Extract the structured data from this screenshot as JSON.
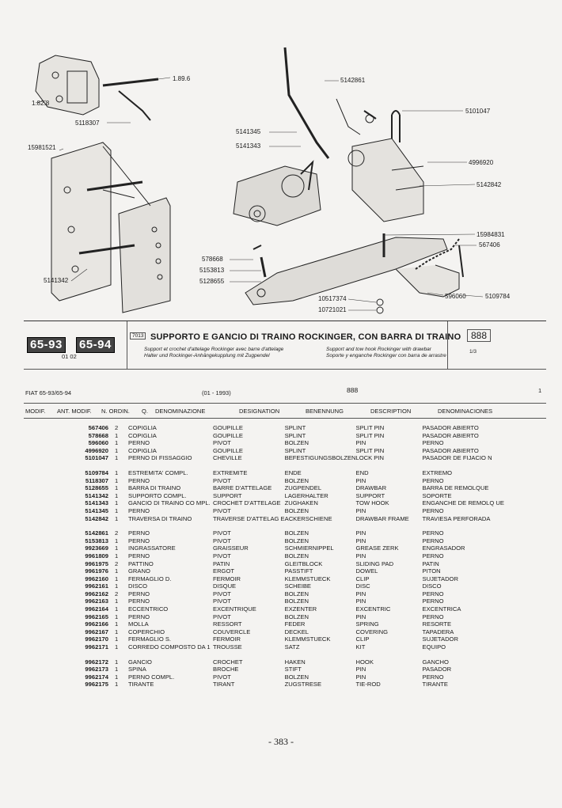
{
  "diagram": {
    "callouts": [
      "1.89.6",
      "1.82.8",
      "5118307",
      "15981521",
      "5142861",
      "5101047",
      "5141345",
      "5141343",
      "4996920",
      "5142842",
      "15984831",
      "567406",
      "578668",
      "5153813",
      "5128655",
      "5141342",
      "10517374",
      "10721021",
      "596060",
      "5109784"
    ]
  },
  "header": {
    "badge_left": "65-93",
    "badge_right": "65-94",
    "ref": "7013",
    "title": "SUPPORTO E GANCIO DI TRAINO ROCKINGER, CON BARRA DI TRAINO",
    "sub_fr": "Support et crochet d'attelage Rockinger avec barre d'attelage",
    "sub_de": "Halter und Rockinger-Anhängekupplung mit Zugpendel",
    "sub_en": "Support and tow hook Rockinger with drawbar",
    "sub_es": "Soporte y enganche Rockinger con barra de arrastre",
    "group": "888",
    "date_code": "01 02",
    "sheet": "1/3"
  },
  "meta": {
    "model": "FIAT 65-93/65-94",
    "period": "(01 - 1993)",
    "group": "888",
    "page_mark": "1"
  },
  "columns": [
    "MODIF.",
    "ANT. MODIF.",
    "N. ORDIN.",
    "Q.",
    "DENOMINAZIONE",
    "DESIGNATION",
    "BENENNUNG",
    "DESCRIPTION",
    "DENOMINACIONES"
  ],
  "parts": [
    {
      "code": "567406",
      "qty": "2",
      "it": "COPIGLIA",
      "fr": "GOUPILLE",
      "de": "SPLINT",
      "en": "SPLIT PIN",
      "es": "PASADOR ABIERTO"
    },
    {
      "code": "578668",
      "qty": "1",
      "it": "COPIGLIA",
      "fr": "GOUPILLE",
      "de": "SPLINT",
      "en": "SPLIT PIN",
      "es": "PASADOR ABIERTO"
    },
    {
      "code": "596060",
      "qty": "1",
      "it": "PERNO",
      "fr": "PIVOT",
      "de": "BOLZEN",
      "en": "PIN",
      "es": "PERNO"
    },
    {
      "code": "4996920",
      "qty": "1",
      "it": "COPIGLIA",
      "fr": "GOUPILLE",
      "de": "SPLINT",
      "en": "SPLIT PIN",
      "es": "PASADOR ABIERTO"
    },
    {
      "code": "5101047",
      "qty": "1",
      "it": "PERNO DI FISSAGGIO",
      "fr": "CHEVILLE",
      "de": "BEFESTIGUNGSBOLZEN",
      "en": "LOCK PIN",
      "es": "PASADOR DE FIJACIO N"
    },
    {
      "code": "5109784",
      "qty": "1",
      "it": "ESTREMITA' COMPL.",
      "fr": "EXTREMITE",
      "de": "ENDE",
      "en": "END",
      "es": "EXTREMO"
    },
    {
      "code": "5118307",
      "qty": "1",
      "it": "PERNO",
      "fr": "PIVOT",
      "de": "BOLZEN",
      "en": "PIN",
      "es": "PERNO"
    },
    {
      "code": "5128655",
      "qty": "1",
      "it": "BARRA DI TRAINO",
      "fr": "BARRE D'ATTELAGE",
      "de": "ZUGPENDEL",
      "en": "DRAWBAR",
      "es": "BARRA DE REMOLQUE"
    },
    {
      "code": "5141342",
      "qty": "1",
      "it": "SUPPORTO COMPL.",
      "fr": "SUPPORT",
      "de": "LAGERHALTER",
      "en": "SUPPORT",
      "es": "SOPORTE"
    },
    {
      "code": "5141343",
      "qty": "1",
      "it": "GANCIO DI TRAINO CO MPL.",
      "fr": "CROCHET D'ATTELAGE",
      "de": "ZUGHAKEN",
      "en": "TOW HOOK",
      "es": "ENGANCHE DE REMOLQ UE"
    },
    {
      "code": "5141345",
      "qty": "1",
      "it": "PERNO",
      "fr": "PIVOT",
      "de": "BOLZEN",
      "en": "PIN",
      "es": "PERNO"
    },
    {
      "code": "5142842",
      "qty": "1",
      "it": "TRAVERSA DI TRAINO",
      "fr": "TRAVERSE D'ATTELAG E",
      "de": "ACKERSCHIENE",
      "en": "DRAWBAR FRAME",
      "es": "TRAVIESA PERFORADA"
    },
    {
      "code": "5142861",
      "qty": "2",
      "it": "PERNO",
      "fr": "PIVOT",
      "de": "BOLZEN",
      "en": "PIN",
      "es": "PERNO"
    },
    {
      "code": "5153813",
      "qty": "1",
      "it": "PERNO",
      "fr": "PIVOT",
      "de": "BOLZEN",
      "en": "PIN",
      "es": "PERNO"
    },
    {
      "code": "9923669",
      "qty": "1",
      "it": "INGRASSATORE",
      "fr": "GRAISSEUR",
      "de": "SCHMIERNIPPEL",
      "en": "GREASE ZERK",
      "es": "ENGRASADOR"
    },
    {
      "code": "9961809",
      "qty": "1",
      "it": "PERNO",
      "fr": "PIVOT",
      "de": "BOLZEN",
      "en": "PIN",
      "es": "PERNO"
    },
    {
      "code": "9961975",
      "qty": "2",
      "it": "PATTINO",
      "fr": "PATIN",
      "de": "GLEITBLOCK",
      "en": "SLIDING PAD",
      "es": "PATIN"
    },
    {
      "code": "9961976",
      "qty": "1",
      "it": "GRANO",
      "fr": "ERGOT",
      "de": "PASSTIFT",
      "en": "DOWEL",
      "es": "PITON"
    },
    {
      "code": "9962160",
      "qty": "1",
      "it": "FERMAGLIO D.",
      "fr": "FERMOIR",
      "de": "KLEMMSTUECK",
      "en": "CLIP",
      "es": "SUJETADOR"
    },
    {
      "code": "9962161",
      "qty": "1",
      "it": "DISCO",
      "fr": "DISQUE",
      "de": "SCHEIBE",
      "en": "DISC",
      "es": "DISCO"
    },
    {
      "code": "9962162",
      "qty": "2",
      "it": "PERNO",
      "fr": "PIVOT",
      "de": "BOLZEN",
      "en": "PIN",
      "es": "PERNO"
    },
    {
      "code": "9962163",
      "qty": "1",
      "it": "PERNO",
      "fr": "PIVOT",
      "de": "BOLZEN",
      "en": "PIN",
      "es": "PERNO"
    },
    {
      "code": "9962164",
      "qty": "1",
      "it": "ECCENTRICO",
      "fr": "EXCENTRIQUE",
      "de": "EXZENTER",
      "en": "EXCENTRIC",
      "es": "EXCENTRICA"
    },
    {
      "code": "9962165",
      "qty": "1",
      "it": "PERNO",
      "fr": "PIVOT",
      "de": "BOLZEN",
      "en": "PIN",
      "es": "PERNO"
    },
    {
      "code": "9962166",
      "qty": "1",
      "it": "MOLLA",
      "fr": "RESSORT",
      "de": "FEDER",
      "en": "SPRING",
      "es": "RESORTE"
    },
    {
      "code": "9962167",
      "qty": "1",
      "it": "COPERCHIO",
      "fr": "COUVERCLE",
      "de": "DECKEL",
      "en": "COVERING",
      "es": "TAPADERA"
    },
    {
      "code": "9962170",
      "qty": "1",
      "it": "FERMAGLIO S.",
      "fr": "FERMOIR",
      "de": "KLEMMSTUECK",
      "en": "CLIP",
      "es": "SUJETADOR"
    },
    {
      "code": "9962171",
      "qty": "1",
      "it": "CORREDO COMPOSTO DA 1",
      "fr": "TROUSSE",
      "de": "SATZ",
      "en": "KIT",
      "es": "EQUIPO"
    },
    {
      "code": "9962172",
      "qty": "1",
      "it": "GANCIO",
      "fr": "CROCHET",
      "de": "HAKEN",
      "en": "HOOK",
      "es": "GANCHO"
    },
    {
      "code": "9962173",
      "qty": "1",
      "it": "SPINA",
      "fr": "BROCHE",
      "de": "STIFT",
      "en": "PIN",
      "es": "PASADOR"
    },
    {
      "code": "9962174",
      "qty": "1",
      "it": "PERNO COMPL.",
      "fr": "PIVOT",
      "de": "BOLZEN",
      "en": "PIN",
      "es": "PERNO"
    },
    {
      "code": "9962175",
      "qty": "1",
      "it": "TIRANTE",
      "fr": "TIRANT",
      "de": "ZUGSTRESE",
      "en": "TIE-ROD",
      "es": "TIRANTE"
    }
  ],
  "page_number": "- 383 -"
}
